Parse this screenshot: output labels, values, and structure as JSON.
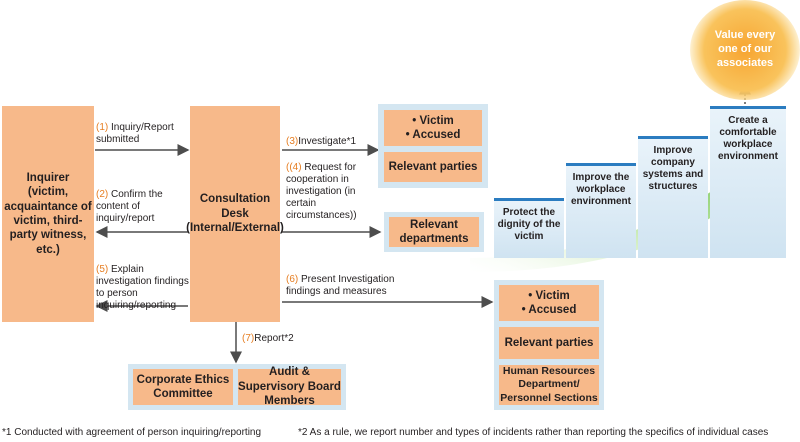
{
  "inquirer": {
    "title": "Inquirer",
    "detail": "(victim, acquaintance of victim, third-party witness, etc.)"
  },
  "desk": {
    "label": "Consultation Desk (Internal/External)"
  },
  "flows": {
    "s1": {
      "num": "(1)",
      "text": "Inquiry/Report submitted"
    },
    "s2": {
      "num": "(2)",
      "text": "Confirm the content of inquiry/report"
    },
    "s3": {
      "num": "(3)",
      "text": "Investigate*1"
    },
    "s4": {
      "num": "((4)",
      "text": "Request for cooperation in investigation (in certain circumstances))"
    },
    "s5": {
      "num": "(5)",
      "text": "Explain investigation findings to person inquiring/reporting"
    },
    "s6": {
      "num": "(6)",
      "text": "Present Investigation findings and measures"
    },
    "s7": {
      "num": "(7)",
      "text": "Report*2"
    }
  },
  "investigate_targets": {
    "victim": "• Victim",
    "accused": "• Accused",
    "relevant": "Relevant parties"
  },
  "cooperation_target": "Relevant departments",
  "findings_targets": {
    "victim": "• Victim",
    "accused": "• Accused",
    "relevant": "Relevant parties",
    "hr": "Human Resources Department/ Personnel Sections"
  },
  "report_targets": {
    "ethics": "Corporate Ethics Committee",
    "audit": "Audit & Supervisory Board Members"
  },
  "steps": [
    "Protect the dignity of the victim",
    "Improve the workplace environment",
    "Improve company systems and structures",
    "Create a comfortable workplace environment"
  ],
  "value_circle": "Value every one of our associates",
  "footnotes": {
    "n1": "*1 Conducted with agreement of person inquiring/reporting",
    "n2": "*2 As a rule, we report number and types of incidents rather than reporting the specifics of individual cases"
  },
  "colors": {
    "orange_box": "#f7b98a",
    "frame_blue": "#d4e6f1",
    "step_blue": "#2b7cc0",
    "arrow_green": "#6cc24a",
    "number_orange": "#e67e22"
  }
}
